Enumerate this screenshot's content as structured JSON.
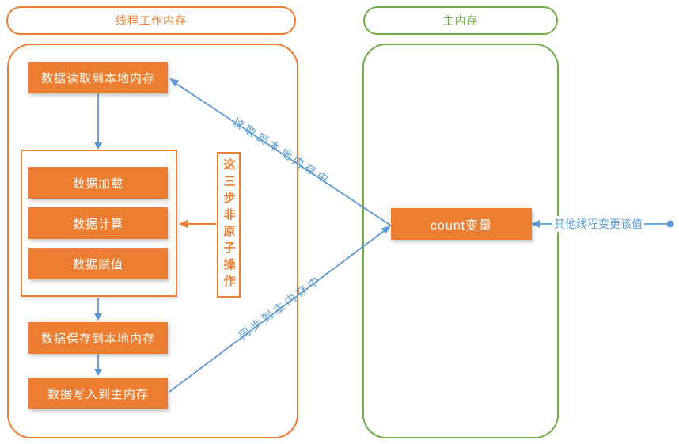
{
  "diagram": {
    "thread_memory": {
      "title": "线程工作内存",
      "read_box": "数据读取到本地内存",
      "steps": [
        {
          "label": "数据加载"
        },
        {
          "label": "数据计算"
        },
        {
          "label": "数据赋值"
        }
      ],
      "save_box": "数据保存到本地内存",
      "write_box": "数据写入到主内存"
    },
    "main_memory": {
      "title": "主内存",
      "count_box": "count变量"
    },
    "notes": {
      "non_atomic": "这三步非原子操作"
    },
    "edge_labels": {
      "read_to_local": "读取到本地内存中",
      "sync_to_main": "同步到主内存中",
      "other_thread": "其他线程变更该值"
    },
    "colors": {
      "orange": "#ED7D31",
      "blue": "#5B9BD5",
      "green": "#70AD47"
    }
  }
}
